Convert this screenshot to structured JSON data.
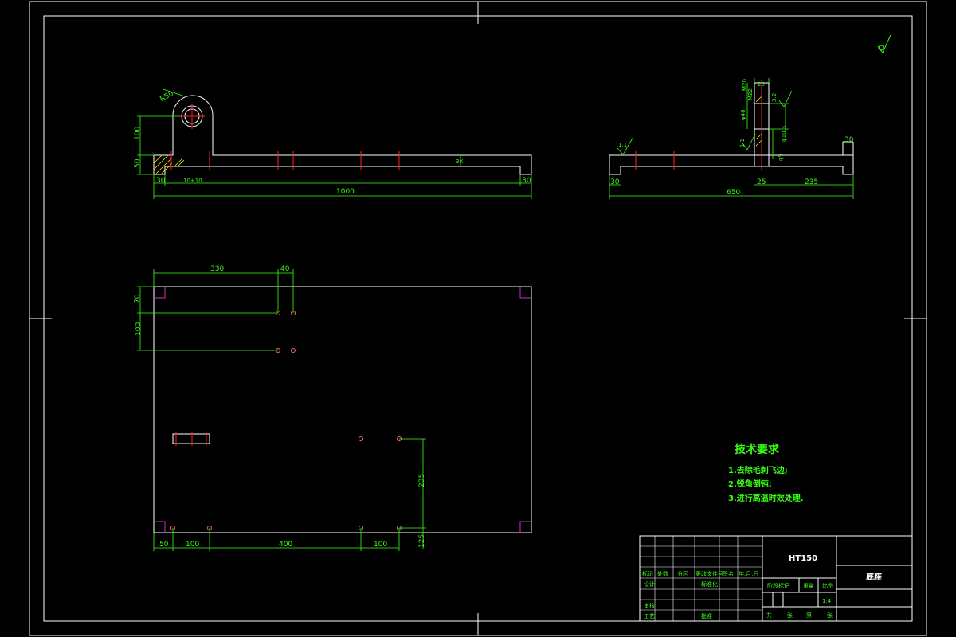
{
  "front_view": {
    "radius_label": "R50",
    "height_upper": "100",
    "height_lower": "50",
    "width_left": "30",
    "bore_width": "10+10",
    "overall_length": "1000",
    "width_right": "30",
    "section_mark": "3X"
  },
  "side_view": {
    "top_width": "20",
    "slot_label": "M20",
    "boss_diameter": "φ46",
    "thread_label": "M22",
    "inner_diameter": "φ10.3",
    "small_label": "φ5",
    "roughness_a": "1.1",
    "roughness_b": "3.2",
    "roughness_c": "1.1",
    "height_right": "30",
    "width_left": "30",
    "overall_length": "650",
    "mid_offset": "25",
    "right_length": "235"
  },
  "plan_view": {
    "dim_330": "330",
    "dim_40": "40",
    "dim_70": "70",
    "dim_100_left": "100",
    "dim_235": "235",
    "dim_125": "125",
    "dim_50": "50",
    "dim_100_a": "100",
    "dim_400": "400",
    "dim_100_b": "100"
  },
  "tech_notes": {
    "title": "技术要求",
    "items": [
      "1.去除毛刺飞边;",
      "2.锐角倒钝;",
      "3.进行高温时效处理."
    ]
  },
  "title_block": {
    "material": "HT150",
    "part_name": "底座",
    "scale": "1:4",
    "headers": [
      "标记",
      "处数",
      "分区",
      "更改文件号",
      "签名",
      "年.月.日"
    ],
    "design": "设计",
    "standardize": "标准化",
    "review": "审核",
    "process": "工艺",
    "approve": "批准",
    "stage_mark": "阶段标记",
    "weight": "重量",
    "scale_label": "比例",
    "sheet_footer": [
      "共",
      "张",
      "第",
      "张"
    ]
  },
  "colors": {
    "outline": "#ffffff",
    "dimension": "#39ff14",
    "centerline": "#ff2020",
    "hatch": "#ffff00",
    "corner": "#cc33cc"
  }
}
